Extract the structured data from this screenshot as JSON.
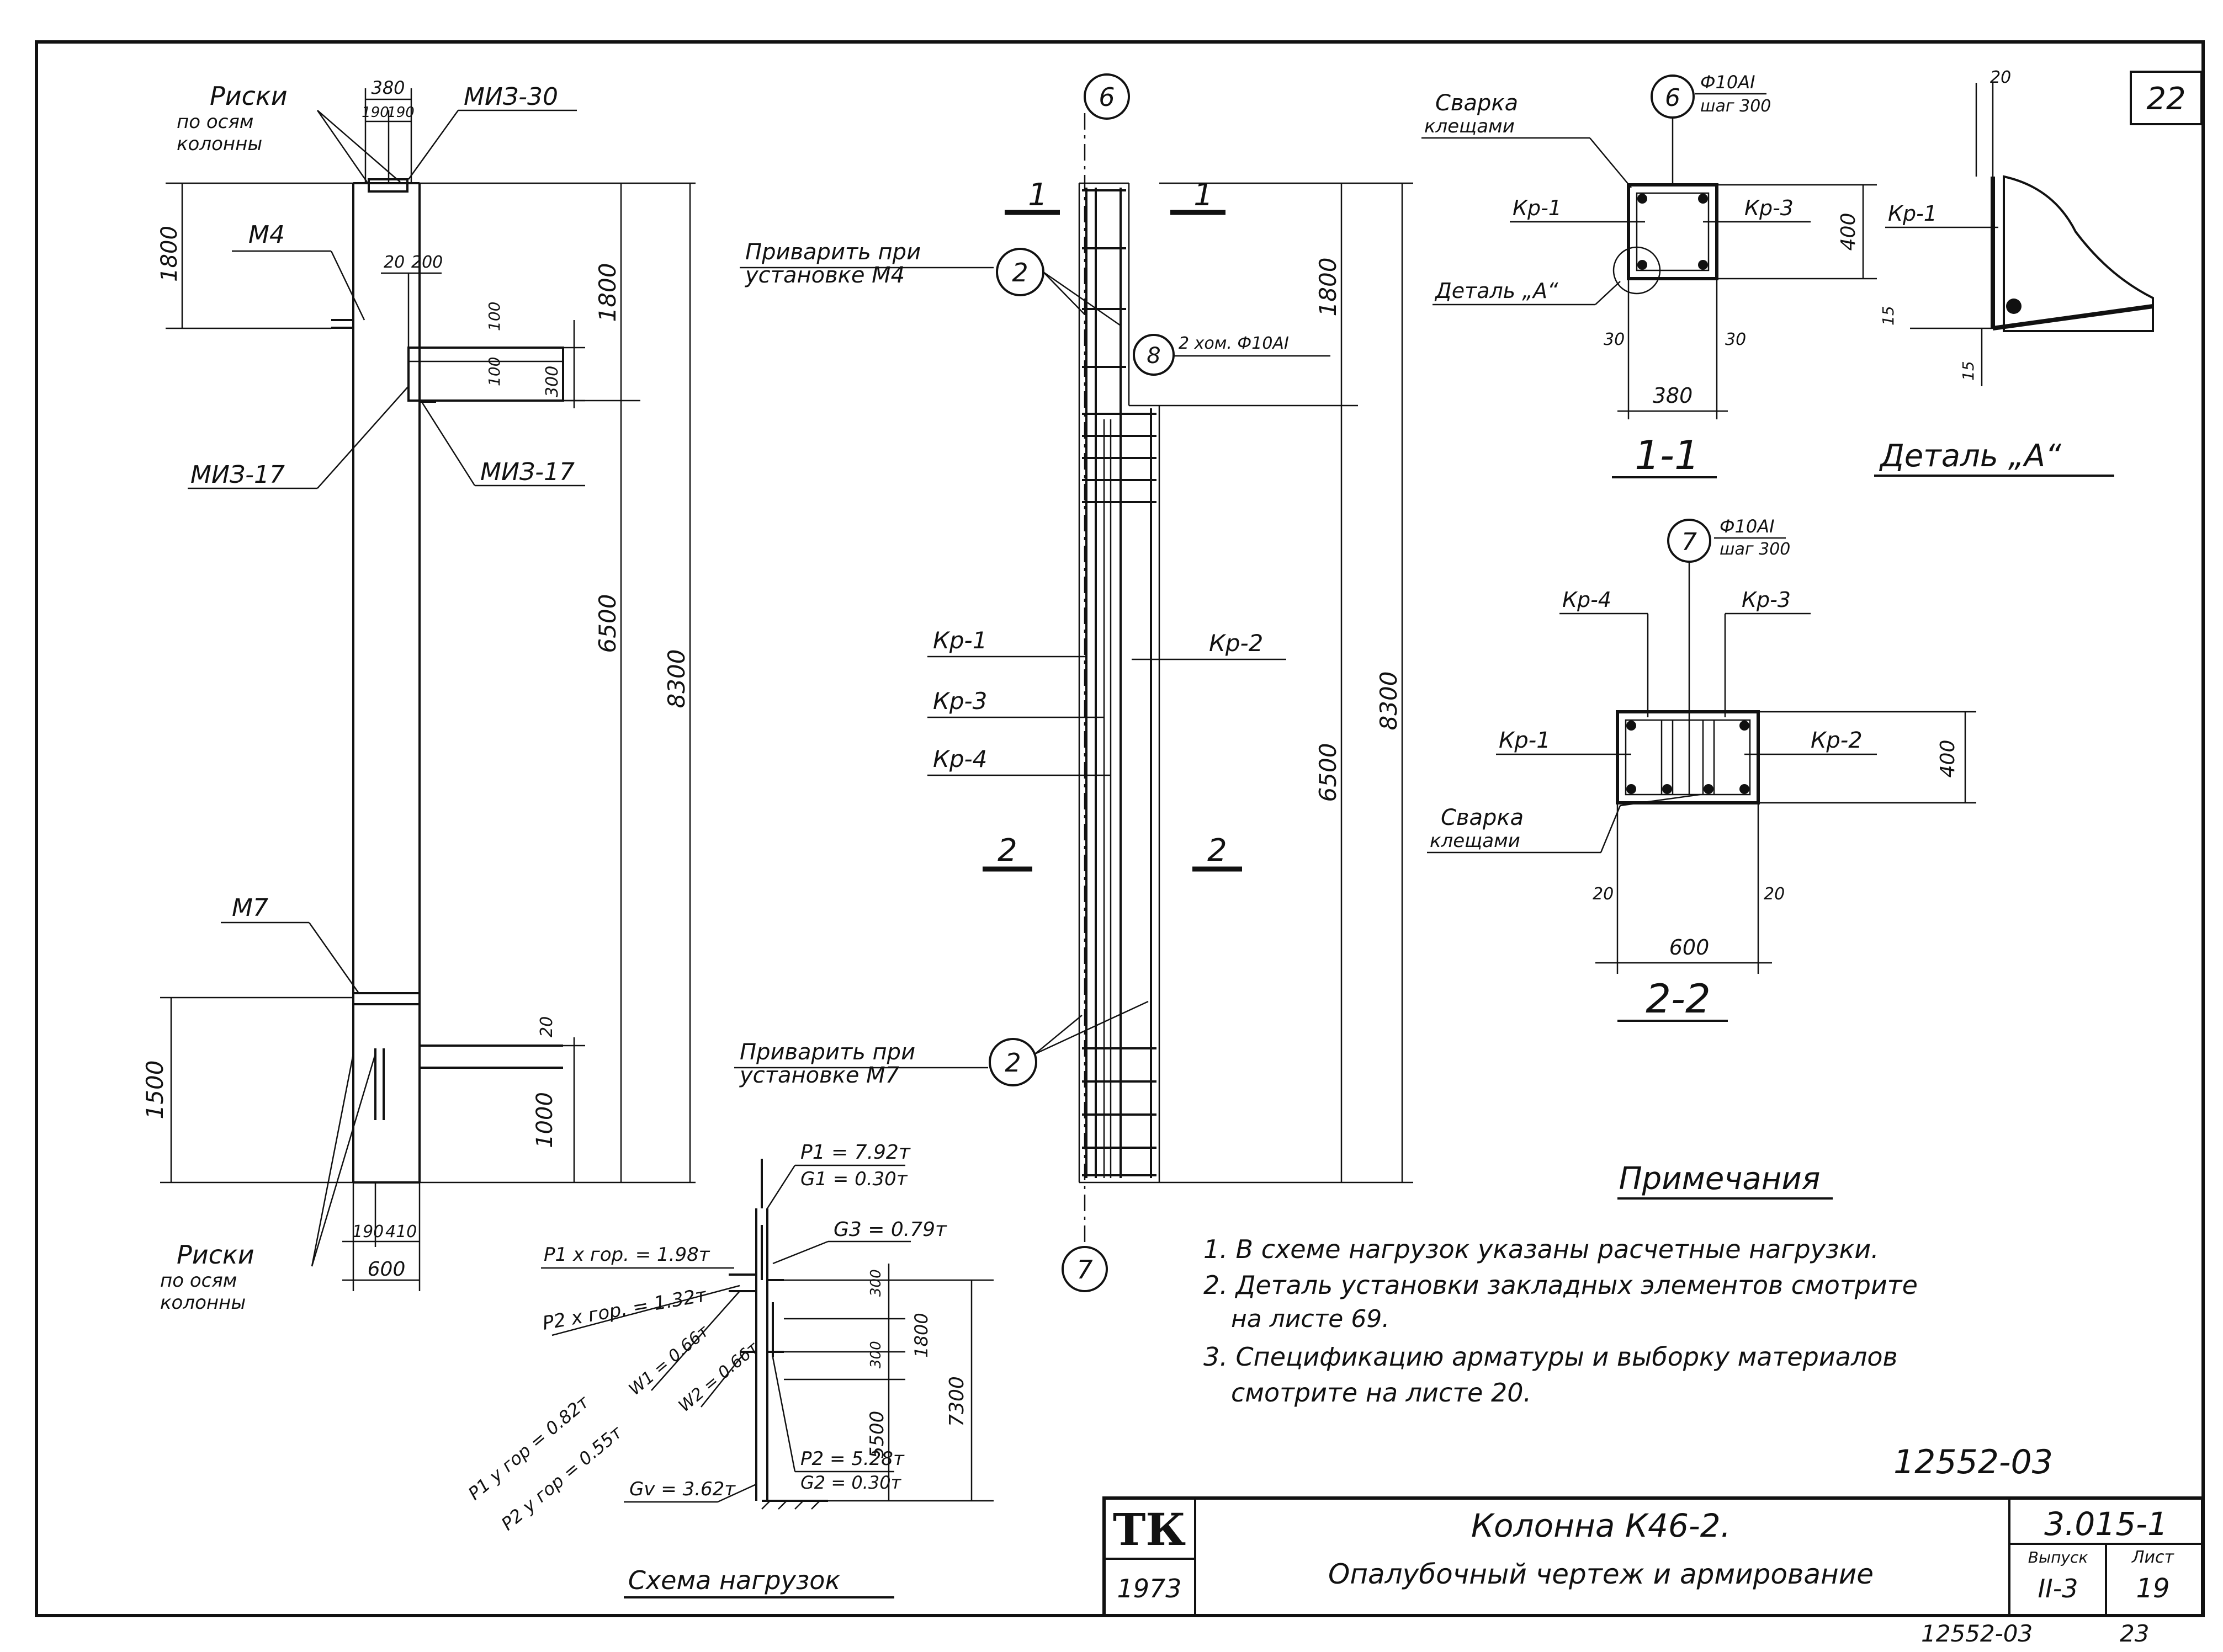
{
  "sheet": {
    "corner_number": "22",
    "doc_code_top": "12552-03",
    "doc_code_bottom": "12552-03",
    "page_bottom": "23"
  },
  "title_block": {
    "logo": "ТК",
    "year": "1973",
    "title": "Колонна К46-2.",
    "subtitle": "Опалубочный чертеж и армирование",
    "series": "3.015-1",
    "issue_label": "Выпуск",
    "issue_value": "II-3",
    "sheet_label": "Лист",
    "sheet_value": "19"
  },
  "formwork": {
    "risks_top": [
      "Риски",
      "по осям",
      "колонны"
    ],
    "risks_bottom": [
      "Риски",
      "по осям",
      "колонны"
    ],
    "miz30": "МИЗ-30",
    "m4": "М4",
    "miz17_left": "МИЗ-17",
    "miz17_right": "МИЗ-17",
    "m7": "М7",
    "dims": {
      "d380": "380",
      "d190a": "190",
      "d190b": "190",
      "d1800_left": "1800",
      "d1800_right": "1800",
      "d6500": "6500",
      "d8300": "8300",
      "d20": "20",
      "d200": "200",
      "d100a": "100",
      "d100b": "100",
      "d300": "300",
      "d1500": "1500",
      "d1000": "1000",
      "d20b": "20",
      "d190c": "190",
      "d410": "410",
      "d600": "600"
    }
  },
  "reinforcement": {
    "axis_top": "6",
    "axis_bottom": "7",
    "sec1_left": "1",
    "sec1_right": "1",
    "sec2_left": "2",
    "sec2_right": "2",
    "weld_m4": [
      "Приварить при",
      "установке М4"
    ],
    "weld_m7": [
      "Приварить при",
      "установке М7"
    ],
    "callout2a": "2",
    "callout2b": "2",
    "callout8": "8",
    "bar8": "2 хом. Ф10АI",
    "kr1": "Кр-1",
    "kr2": "Кр-2",
    "kr3": "Кр-3",
    "kr4": "Кр-4",
    "d1800": "1800",
    "d6500": "6500",
    "d8300": "8300"
  },
  "section11": {
    "weld": [
      "Сварка",
      "клещами"
    ],
    "callout": "6",
    "bar": "Ф10АI",
    "step": "шаг 300",
    "kr1": "Кр-1",
    "kr3": "Кр-3",
    "detail": "Деталь „А“",
    "d400": "400",
    "d30a": "30",
    "d30b": "30",
    "d380": "380",
    "title": "1-1"
  },
  "detailA": {
    "d20": "20",
    "kr1": "Кр-1",
    "d15a": "15",
    "d15b": "15",
    "title": "Деталь „А“"
  },
  "section22": {
    "callout": "7",
    "bar": "Ф10АI",
    "step": "шаг 300",
    "kr4": "Кр-4",
    "kr3": "Кр-3",
    "kr1": "Кр-1",
    "kr2": "Кр-2",
    "weld": [
      "Сварка",
      "клещами"
    ],
    "d400": "400",
    "d20a": "20",
    "d20b": "20",
    "d600": "600",
    "title": "2-2"
  },
  "loads": {
    "title": "Схема нагрузок",
    "p1": "P1 = 7.92т",
    "g1": "G1 = 0.30т",
    "g3": "G3 = 0.79т",
    "p1_hor": "P1 x гор. = 1.98т",
    "p2_hor": "P2 x гор. = 1.32т",
    "w1": "W1 = 0.66т",
    "w2": "W2 = 0.66т",
    "p1_hor_y": "P1 y гор = 0.82т",
    "p2_hor_y": "P2 y гор = 0.55т",
    "gv": "Gv = 3.62т",
    "p2": "P2 = 5.28т",
    "g2": "G2 = 0.30т",
    "d300a": "300",
    "d300b": "300",
    "d1800": "1800",
    "d5500": "5500",
    "d7300": "7300"
  },
  "notes": {
    "title": "Примечания",
    "lines": [
      "1. В схеме нагрузок указаны расчетные нагрузки.",
      "2. Деталь установки закладных элементов смотрите",
      "на листе 69.",
      "3. Спецификацию арматуры и выборку материалов",
      "смотрите на листе 20."
    ]
  }
}
